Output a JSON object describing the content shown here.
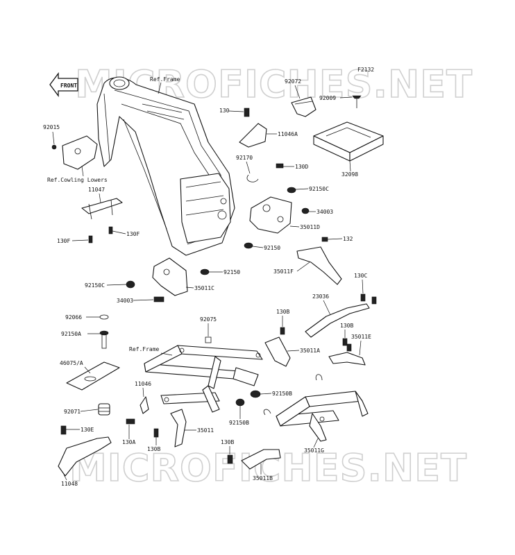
{
  "figure_code": "F2132",
  "watermark_text": "MICROFICHES.NET",
  "front_label": "FRONT",
  "references": {
    "frame_top": "Ref.Frame",
    "cowling_lowers": "Ref.Cowling Lowers",
    "frame_lower": "Ref.Frame"
  },
  "parts": {
    "p92072": "92072",
    "p92009": "92009",
    "p130a_top": "130",
    "p11046a": "11046A",
    "p92015": "92015",
    "p92170": "92170",
    "p130d": "130D",
    "p32098": "32098",
    "p92150c_top": "92150C",
    "p11047": "11047",
    "p34003_top": "34003",
    "p35011d": "35011D",
    "p130f_right": "130F",
    "p130f_left": "130F",
    "p92150_mid": "92150",
    "p132": "132",
    "p92150_low": "92150",
    "p35011f": "35011F",
    "p92150c_mid": "92150C",
    "p35011c": "35011C",
    "p130c": "130C",
    "p34003_mid": "34003",
    "p23036": "23036",
    "p92066": "92066",
    "p130b_a": "130B",
    "p92075": "92075",
    "p92150a": "92150A",
    "p130b_b": "130B",
    "p35011e": "35011E",
    "p35011a": "35011A",
    "p46075": "46075/A",
    "p11046": "11046",
    "p92150b_a": "92150B",
    "p92071": "92071",
    "p92150b_b": "92150B",
    "p130e": "130E",
    "p35011": "35011",
    "p130a": "130A",
    "p130b_c": "130B",
    "p35011g": "35011G",
    "p130b_d": "130B",
    "p11048": "11048",
    "p35011b": "35011B"
  }
}
